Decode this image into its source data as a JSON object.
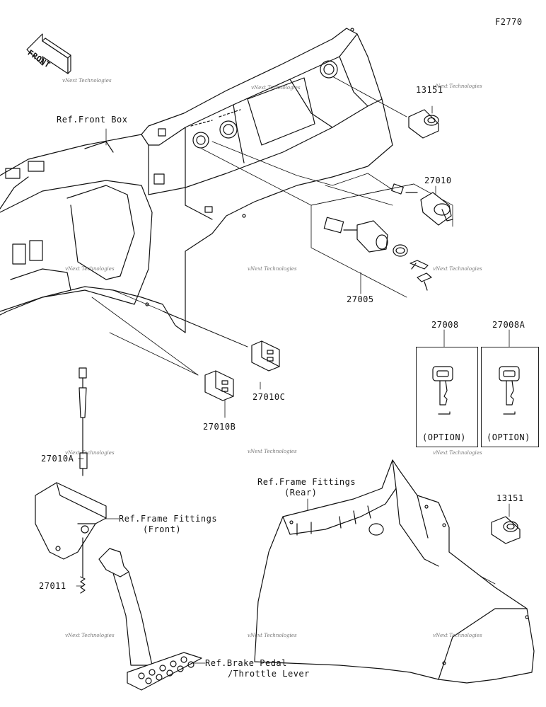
{
  "figure_code": "F2770",
  "front_badge": "FRONT",
  "watermark": "vNext Technologies",
  "labels": {
    "ref_front_box": "Ref.Front Box",
    "p13151_top": "13151",
    "p27010": "27010",
    "p27005": "27005",
    "p27008": "27008",
    "p27008a": "27008A",
    "option_1": "(OPTION)",
    "option_2": "(OPTION)",
    "p27010c": "27010C",
    "p27010b": "27010B",
    "p27010a": "27010A",
    "ref_frame_front_1": "Ref.Frame Fittings",
    "ref_frame_front_2": "(Front)",
    "ref_frame_rear_1": "Ref.Frame Fittings",
    "ref_frame_rear_2": "(Rear)",
    "p13151_bottom": "13151",
    "p27011": "27011",
    "ref_brake_1": "Ref.Brake Pedal",
    "ref_brake_2": "/Throttle Lever"
  }
}
